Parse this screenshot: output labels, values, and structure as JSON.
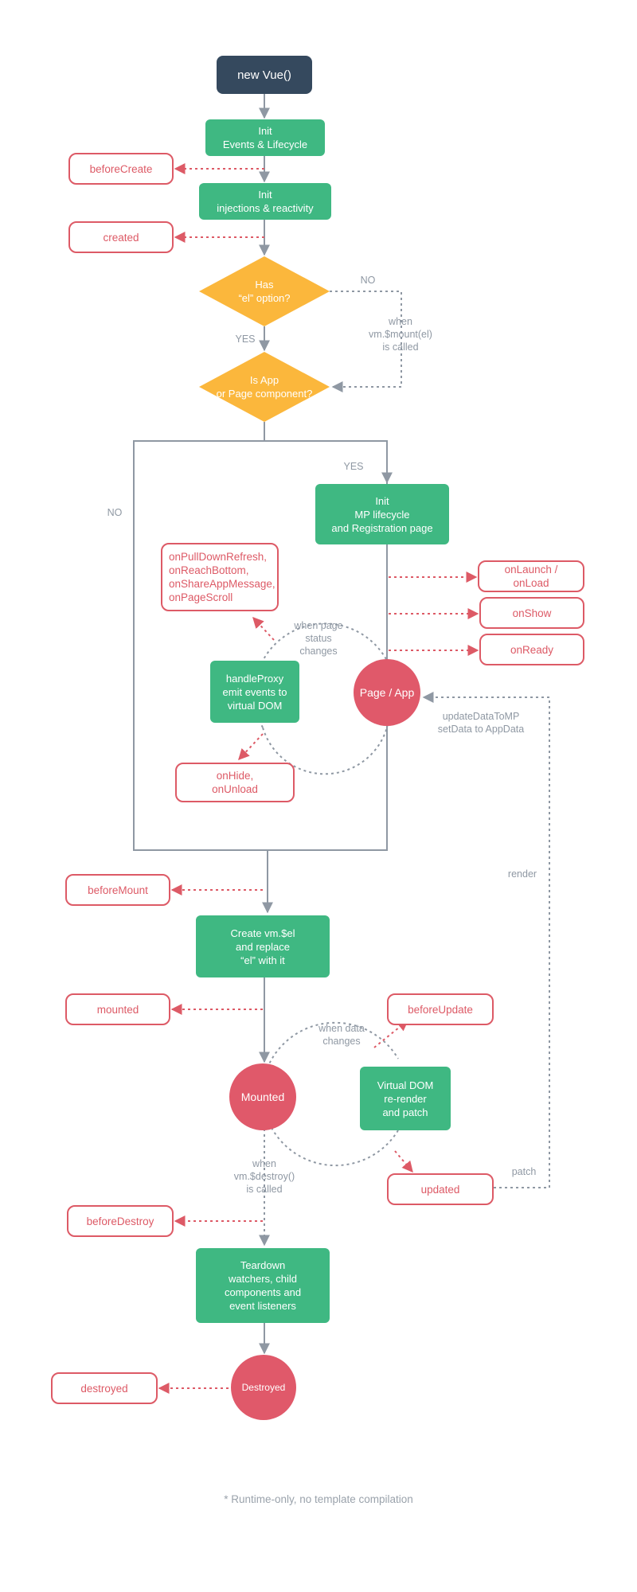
{
  "nodes": {
    "new_vue": "new Vue()",
    "init_events": "Init\nEvents & Lifecycle",
    "init_injections": "Init\ninjections & reactivity",
    "has_el": "Has\n“el” option?",
    "is_app": "Is App\nor Page component?",
    "init_mp": "Init\nMP lifecycle\nand Registration page",
    "handle_proxy": "handleProxy\nemit events to\nvirtual DOM",
    "page_app": "Page / App",
    "create_el": "Create vm.$el\nand replace\n“el” with it",
    "mounted_circle": "Mounted",
    "vdom": "Virtual DOM\nre-render\nand patch",
    "teardown": "Teardown\nwatchers, child\ncomponents and\nevent listeners",
    "destroyed_circle": "Destroyed"
  },
  "hooks": {
    "before_create": "beforeCreate",
    "created": "created",
    "page_events": "onPullDownRefresh,\nonReachBottom,\nonShareAppMessage,\nonPageScroll",
    "on_launch": "onLaunch / onLoad",
    "on_show": "onShow",
    "on_ready": "onReady",
    "on_hide": "onHide,\nonUnload",
    "before_mount": "beforeMount",
    "mounted": "mounted",
    "before_update": "beforeUpdate",
    "updated": "updated",
    "before_destroy": "beforeDestroy",
    "destroyed": "destroyed"
  },
  "labels": {
    "no_top": "NO",
    "when_mount": "when\nvm.$mount(el)\nis called",
    "yes_top": "YES",
    "yes_mp": "YES",
    "no_left": "NO",
    "when_page_status": "when page\nstatus\nchanges",
    "update_data": "updateDataToMP\nsetData to AppData",
    "render": "render",
    "when_data": "when data\nchanges",
    "when_destroy": "when\nvm.$destroy()\nis called",
    "patch": "patch"
  },
  "footnote": "* Runtime-only, no template compilation",
  "colors": {
    "green": "#3fb882",
    "dark": "#35495e",
    "orange": "#fbb73c",
    "red": "#dd5a66",
    "gray": "#8f98a3"
  }
}
